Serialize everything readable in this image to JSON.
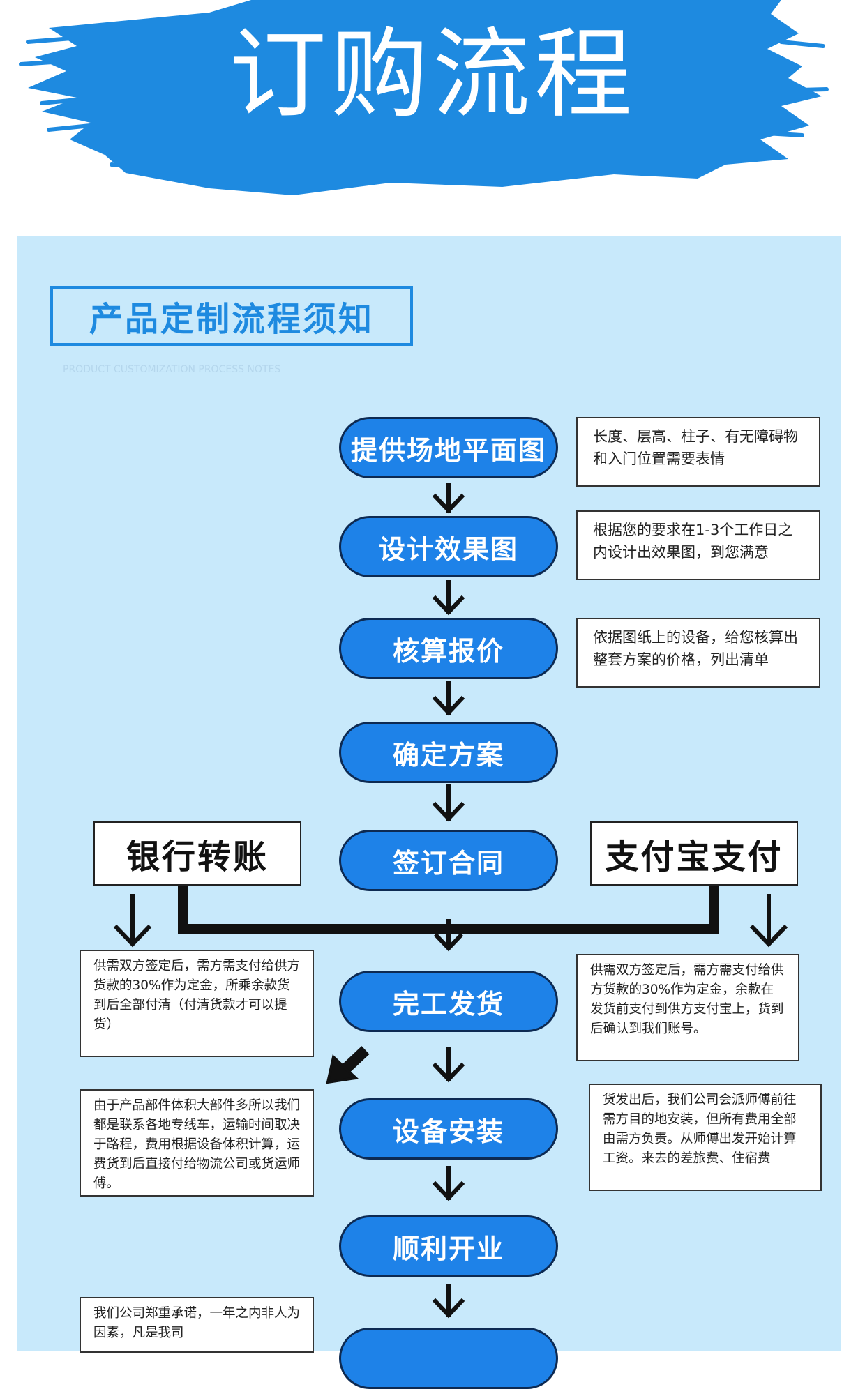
{
  "header": {
    "title": "订购流程",
    "brush_color": "#1e8ae0"
  },
  "section": {
    "title": "产品定制流程须知",
    "subtitle": "PRODUCT CUSTOMIZATION PROCESS NOTES"
  },
  "steps": [
    "提供场地平面图",
    "设计效果图",
    "核算报价",
    "确定方案",
    "签订合同",
    "完工发货",
    "设备安装",
    "顺利开业"
  ],
  "notes": {
    "floor_plan": "长度、层高、柱子、有无障碍物和入门位置需要表情",
    "design": "根据您的要求在1-3个工作日之内设计出效果图，到您满意",
    "quote": "依据图纸上的设备，给您核算出整套方案的价格，列出清单",
    "bank_terms": "供需双方签定后，需方需支付给供方货款的30%作为定金，所乘余款货到后全部付清（付清货款才可以提货）",
    "alipay_terms": "供需双方签定后，需方需支付给供方货款的30%作为定金，余款在发货前支付到供方支付宝上，货到后确认到我们账号。",
    "shipping": "由于产品部件体积大部件多所以我们都是联系各地专线车，运输时间取决于路程，费用根据设备体积计算，运费货到后直接付给物流公司或货运师傅。",
    "installation": "货发出后，我们公司会派师傅前往需方目的地安装，但所有费用全部由需方负责。从师傅出发开始计算工资。来去的差旅费、住宿费",
    "warranty": "我们公司郑重承诺，一年之内非人为因素，凡是我司"
  },
  "payment": {
    "bank": "银行转账",
    "alipay": "支付宝支付"
  },
  "colors": {
    "panel": "#c8e9fb",
    "step_fill": "#1e82e8",
    "step_border": "#0d2a52",
    "accent": "#1e8ae0"
  }
}
